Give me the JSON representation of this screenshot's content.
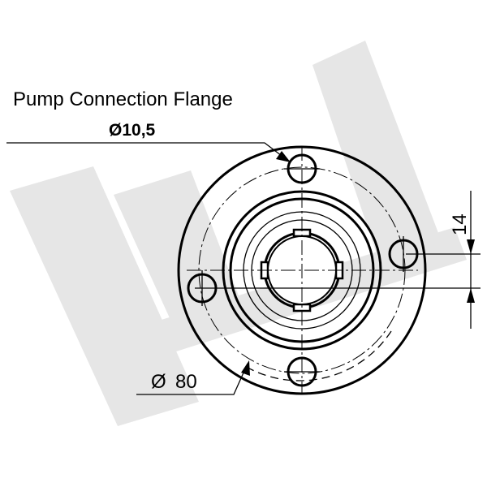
{
  "title": "Pump Connection Flange",
  "hole_diameter_label": "Ø10,5",
  "bolt_circle_label": "80",
  "bolt_circle_symbol": "Ø",
  "offset_dimension_label": "14",
  "colors": {
    "line": "#000000",
    "watermark": "#e6e6e6",
    "background": "#ffffff"
  }
}
